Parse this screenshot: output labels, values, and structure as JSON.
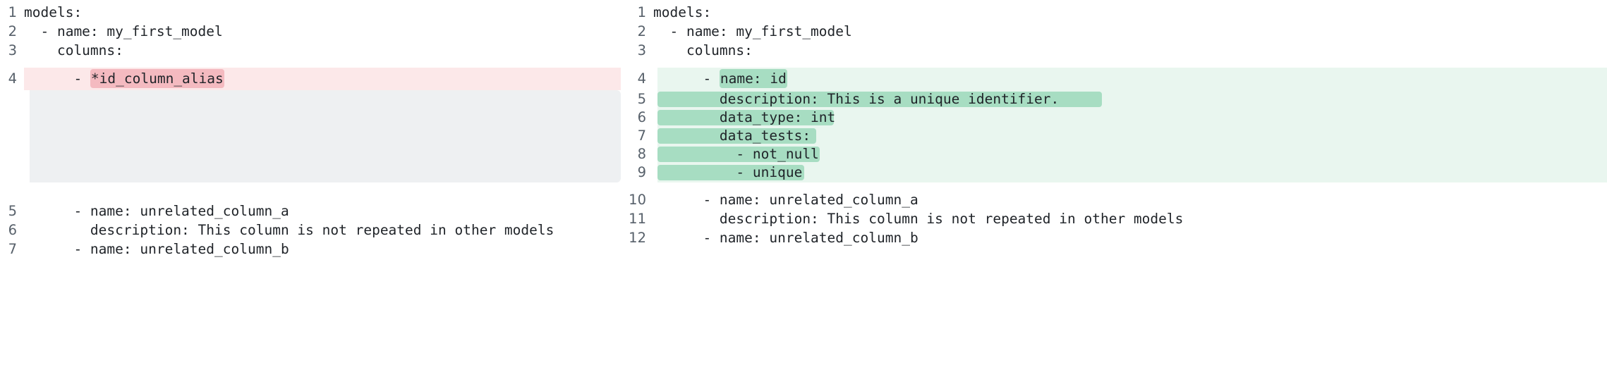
{
  "view": {
    "kind": "side-by-side-diff",
    "language": "yaml",
    "colors": {
      "deleted_row_bg": "#fce8e9",
      "deleted_word_bg": "#f1aeb5",
      "added_row_bg": "#e9f6ef",
      "added_word_bg": "#a7ddc2",
      "collapsed_block_bg": "#eef0f2",
      "line_number": "#57606a",
      "code_text": "#1f2328",
      "page_bg": "#ffffff"
    }
  },
  "before": {
    "label": "before",
    "lines": [
      {
        "n": "1",
        "text": "models:",
        "type": "context"
      },
      {
        "n": "2",
        "text": "  - name: my_first_model",
        "type": "context"
      },
      {
        "n": "3",
        "text": "    columns:",
        "type": "context"
      },
      {
        "n": "4",
        "text": "      - ",
        "highlight": "*id_column_alias",
        "type": "deleted"
      },
      {
        "n": "5",
        "text": "      - name: unrelated_column_a",
        "type": "context"
      },
      {
        "n": "6",
        "text": "        description: This column is not repeated in other models",
        "type": "context"
      },
      {
        "n": "7",
        "text": "      - name: unrelated_column_b",
        "type": "context"
      }
    ]
  },
  "after": {
    "label": "after",
    "lines": [
      {
        "n": "1",
        "text": "models:",
        "type": "context"
      },
      {
        "n": "2",
        "text": "  - name: my_first_model",
        "type": "context"
      },
      {
        "n": "3",
        "text": "    columns:",
        "type": "context"
      },
      {
        "n": "4",
        "text": "      - ",
        "highlight": "name: id",
        "type": "added"
      },
      {
        "n": "5",
        "text": "        description: This is a unique identifier.",
        "type": "added-band"
      },
      {
        "n": "6",
        "text": "        data_type: int",
        "type": "added-band"
      },
      {
        "n": "7",
        "text": "        data_tests:",
        "type": "added-band"
      },
      {
        "n": "8",
        "text": "          - not_null",
        "type": "added-band"
      },
      {
        "n": "9",
        "text": "          - unique",
        "type": "added-band"
      },
      {
        "n": "10",
        "text": "      - name: unrelated_column_a",
        "type": "context"
      },
      {
        "n": "11",
        "text": "        description: This column is not repeated in other models",
        "type": "context"
      },
      {
        "n": "12",
        "text": "      - name: unrelated_column_b",
        "type": "context"
      }
    ]
  }
}
